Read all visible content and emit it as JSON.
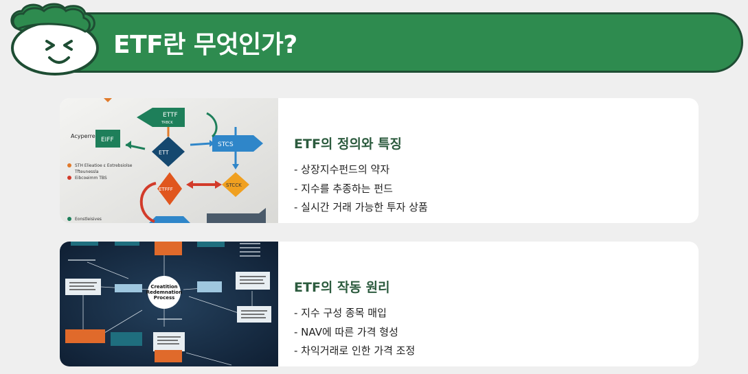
{
  "header": {
    "title": "ETF란 무엇인가?"
  },
  "cards": [
    {
      "heading": "ETF의 정의와 특징",
      "bullets": [
        "- 상장지수펀드의 약자",
        "- 지수를 추종하는 펀드",
        "- 실시간 거래 가능한 투자 상품"
      ],
      "image_texts": {
        "t1": "ETTF",
        "t1b": "TRBCK",
        "t2": "Acyperrents",
        "t3": "EIFF",
        "t4": "ETT",
        "t5": "STCS",
        "t6": "STH Elieatioe ε Eotrebsiolse",
        "t7": "Tfteunessla",
        "t8": "Eibcoeimm TBS",
        "t9": "ETFFF",
        "t10": "STCCK",
        "t11": "Eonstleisives"
      }
    },
    {
      "heading": "ETF의 작동 원리",
      "bullets": [
        "- 지수 구성 종목 매입",
        "- NAV에 따른 가격 형성",
        "- 차익거래로 인한 가격 조정"
      ],
      "image_texts": {
        "center_line1": "Creatition",
        "center_line2": "Redemnation",
        "center_line3": "Process"
      }
    }
  ],
  "colors": {
    "banner": "#2e8b4f",
    "banner_border": "#1e4d33",
    "heading": "#2c5b3e",
    "page_bg": "#efefef"
  }
}
